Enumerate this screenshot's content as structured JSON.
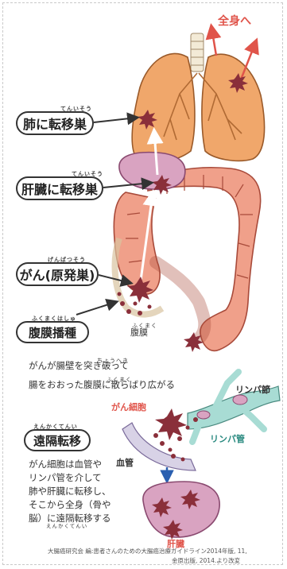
{
  "labels": {
    "zenshin": "全身へ",
    "lung_meta": "肺に転移巣",
    "lung_meta_ruby": "てんいそう",
    "liver_meta": "肝臓に転移巣",
    "liver_meta_ruby": "てんいそう",
    "primary": "がん(原発巣)",
    "primary_ruby": "げんぱつそう",
    "peritoneal": "腹膜播種",
    "peritoneal_ruby": "ふくまくはしゅ",
    "peritoneum": "腹膜",
    "peritoneum_ruby": "ふくまく",
    "peritoneal_desc_1": "がんが腸壁を突き破って",
    "peritoneal_desc_2": "腸をおおった腹膜に散らばり広がる",
    "peritoneal_desc_ruby_1": "ちょうへき",
    "peritoneal_desc_ruby_2": "ふくまく",
    "distant": "遠隔転移",
    "distant_ruby": "えんかくてんい",
    "distant_desc": [
      "がん細胞は血管や",
      "リンパ管を介して",
      "肺や肝臓に転移し、",
      "そこから全身（骨や",
      "脳）に遠隔転移する"
    ],
    "distant_desc_ruby": "えんかくてんい",
    "lymph_node": "リンパ節",
    "cancer_cell": "がん細胞",
    "lymph_vessel": "リンパ管",
    "blood_vessel": "血管",
    "liver": "肝臓"
  },
  "source": [
    "大腸癌研究会 編:患者さんのための大腸癌治療ガイドライン2014年版, 11,",
    "金原出版, 2014.より改変"
  ],
  "colors": {
    "red_text": "#e0544a",
    "lung": "#f0a76b",
    "liver": "#d9a3c1",
    "colon": "#f0a08a",
    "tumor": "#8a2f3a",
    "lymph": "#a8dcd4"
  }
}
